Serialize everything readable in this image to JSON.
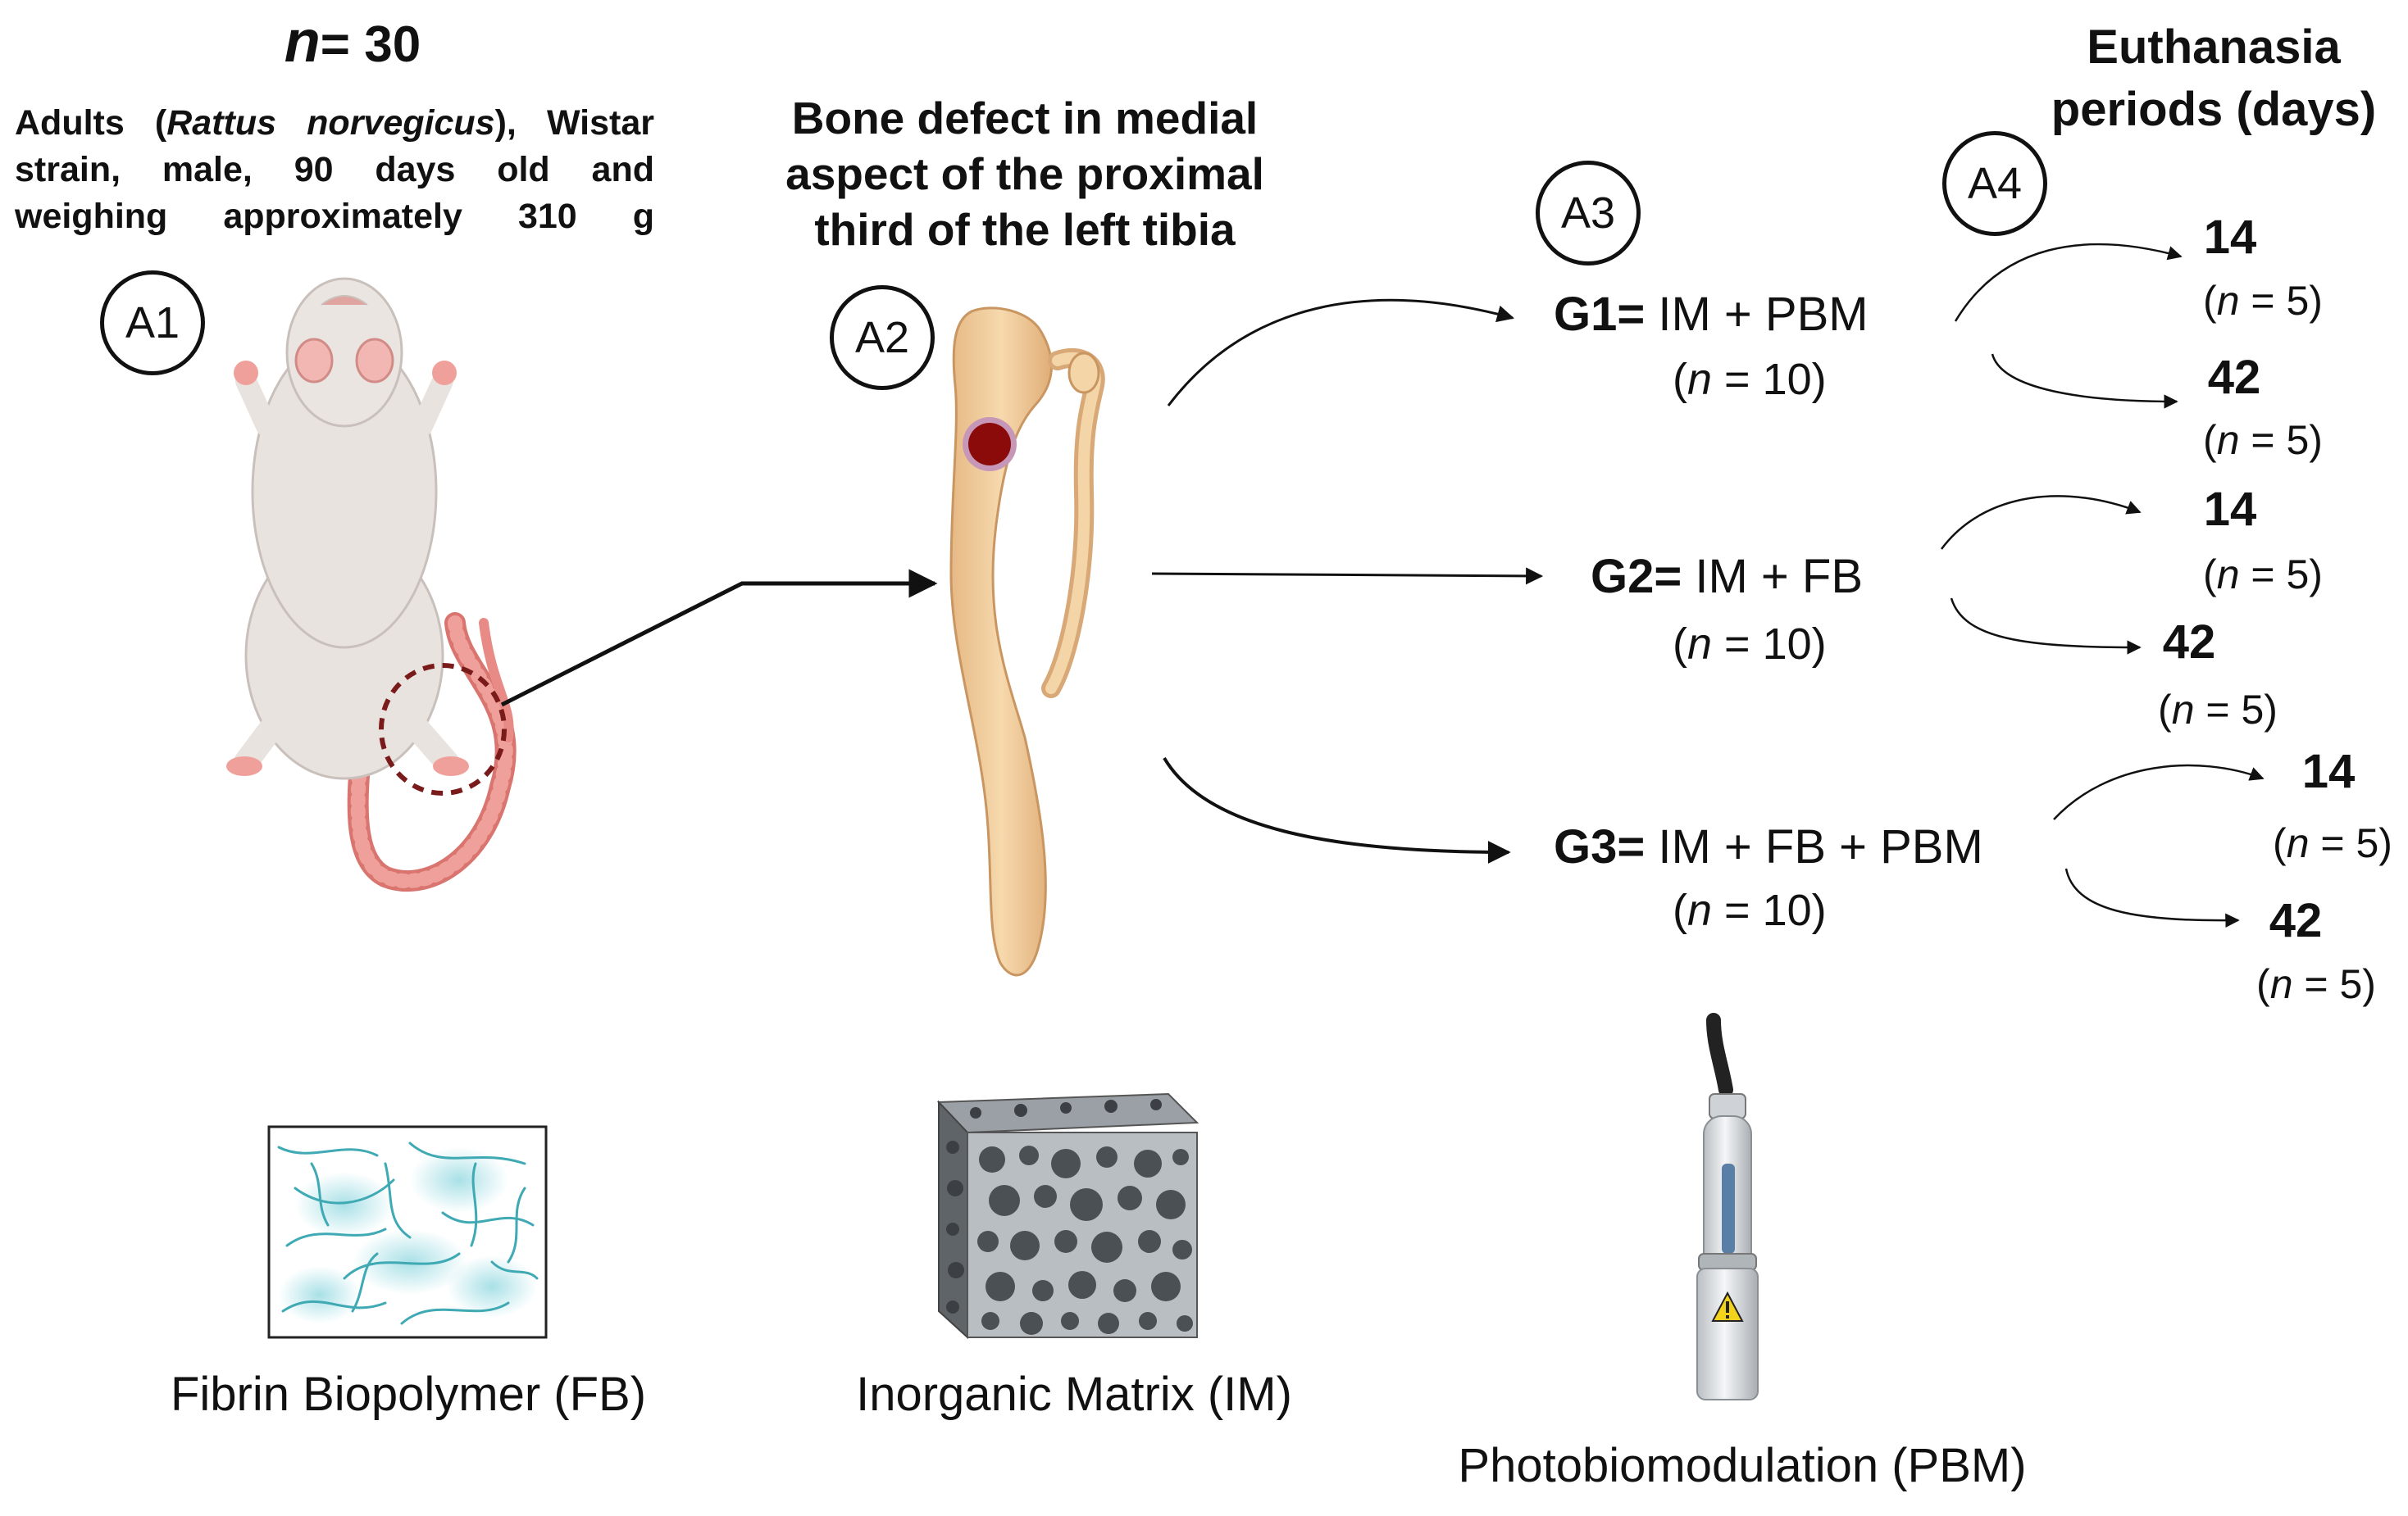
{
  "sample": {
    "n_label": "n",
    "n_value": "= 30"
  },
  "subject": {
    "prefix": "Adults (",
    "species": "Rattus norvegicus",
    "suffix": "), Wistar strain, male, 90 days old and weighing approximately 310 g"
  },
  "defect_title": "Bone defect in medial aspect of the proximal third of the left tibia",
  "euthanasia_title": "Euthanasia periods (days)",
  "steps": [
    "A1",
    "A2",
    "A3",
    "A4"
  ],
  "groups": [
    {
      "name": "G1=",
      "treatment": " IM + PBM",
      "n_label": "n",
      "n_value": " = 10",
      "periods": [
        {
          "day": "14",
          "n_label": "n",
          "n_value": " = 5"
        },
        {
          "day": "42",
          "n_label": "n",
          "n_value": " = 5"
        }
      ]
    },
    {
      "name": "G2=",
      "treatment": " IM + FB",
      "n_label": "n",
      "n_value": " = 10",
      "periods": [
        {
          "day": "14",
          "n_label": "n",
          "n_value": " = 5"
        },
        {
          "day": "42",
          "n_label": "n",
          "n_value": " = 5"
        }
      ]
    },
    {
      "name": "G3=",
      "treatment": " IM + FB + PBM",
      "n_label": "n",
      "n_value": " = 10",
      "periods": [
        {
          "day": "14",
          "n_label": "n",
          "n_value": " = 5"
        },
        {
          "day": "42",
          "n_label": "n",
          "n_value": " = 5"
        }
      ]
    }
  ],
  "legend": {
    "fibrin": "Fibrin Biopolymer (FB)",
    "matrix": "Inorganic Matrix (IM)",
    "pbm": "Photobiomodulation (PBM)"
  },
  "icons": [
    "rat-icon",
    "tibia-icon",
    "fibrin-mesh-icon",
    "inorganic-matrix-cube-icon",
    "laser-device-icon",
    "warning-icon"
  ],
  "colors": {
    "defect": "#8b0a0a",
    "bone": "#f0cf9e",
    "fiber": "#3fa9b4",
    "rat_body": "#e9e3e0",
    "tail": "#e88a85"
  }
}
